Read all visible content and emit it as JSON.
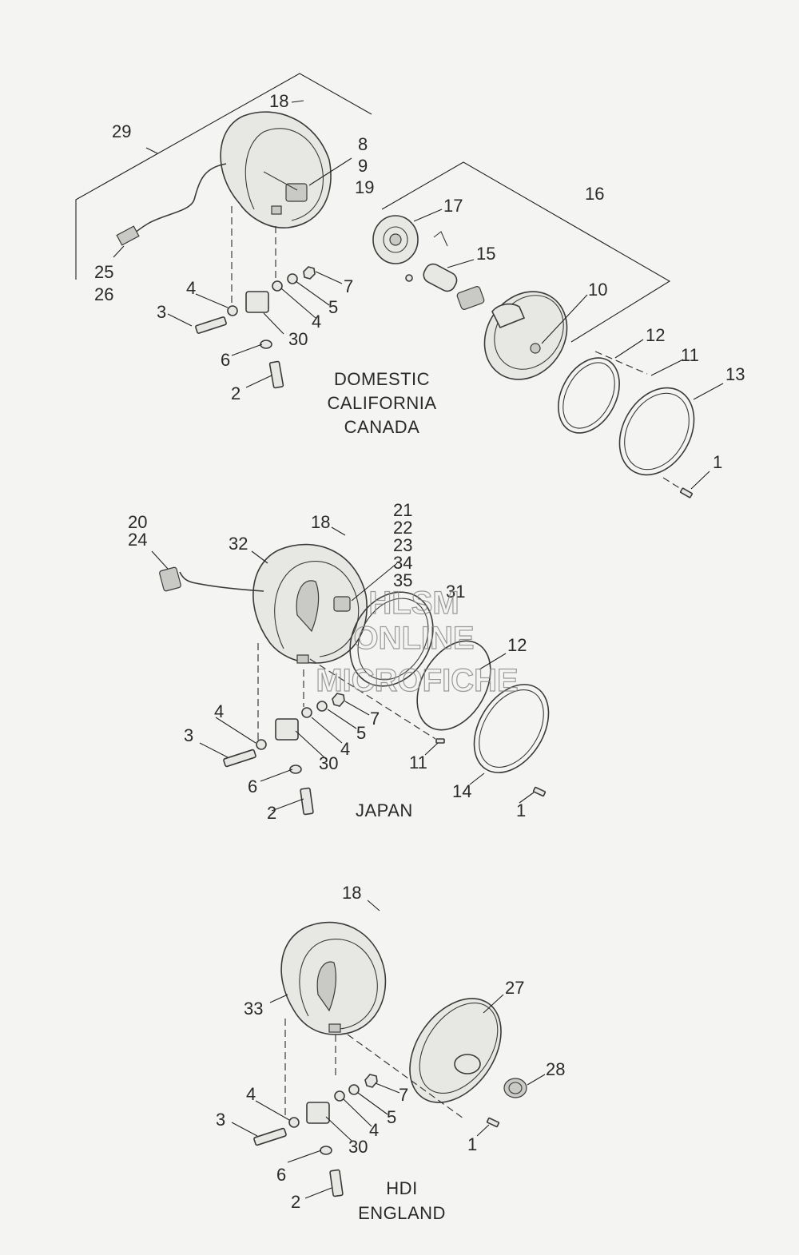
{
  "sections": [
    {
      "id": "domestic",
      "region_lines": [
        "DOMESTIC",
        "CALIFORNIA",
        "CANADA"
      ],
      "callouts": [
        "29",
        "18",
        "8",
        "9",
        "19",
        "25",
        "26",
        "16",
        "17",
        "15",
        "10",
        "12",
        "11",
        "13",
        "1",
        "4",
        "3",
        "30",
        "4",
        "5",
        "7",
        "6",
        "2"
      ]
    },
    {
      "id": "japan",
      "region_lines": [
        "JAPAN"
      ],
      "callouts": [
        "20",
        "24",
        "32",
        "18",
        "21",
        "22",
        "23",
        "34",
        "35",
        "31",
        "12",
        "4",
        "3",
        "30",
        "4",
        "5",
        "7",
        "6",
        "2",
        "11",
        "14",
        "1"
      ]
    },
    {
      "id": "hdi",
      "region_lines": [
        "HDI",
        "ENGLAND"
      ],
      "callouts": [
        "18",
        "33",
        "27",
        "28",
        "4",
        "3",
        "30",
        "4",
        "5",
        "7",
        "6",
        "2",
        "1"
      ]
    }
  ],
  "watermark": [
    "HLSM",
    "ONLINE",
    "MICROFICHE"
  ],
  "colors": {
    "background": "#f4f4f2",
    "ink": "#2a2a2a",
    "watermark": "#8a8a8a"
  }
}
